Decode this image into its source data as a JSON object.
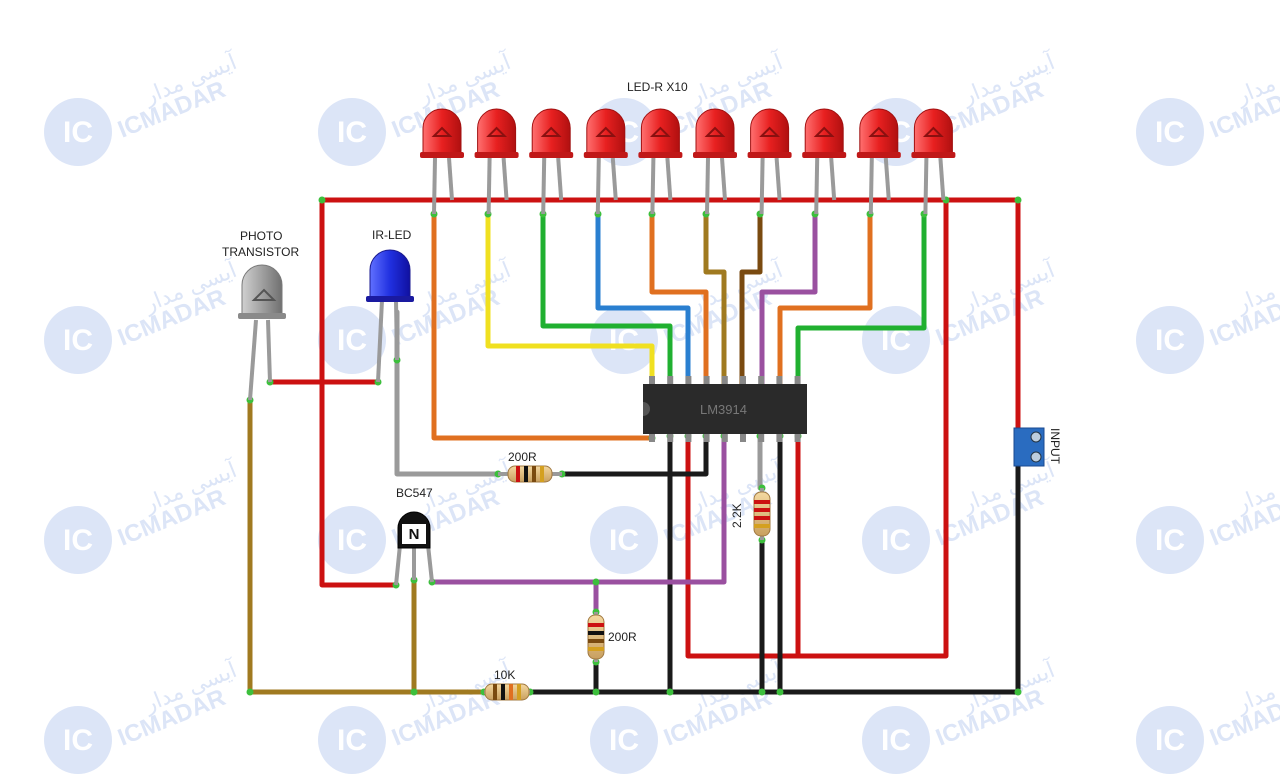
{
  "labels": {
    "led_array": "LED-R X10",
    "photo_line1": "PHOTO",
    "photo_line2": "TRANSISTOR",
    "ir_led": "IR-LED",
    "transistor": "BC547",
    "ic": "LM3914",
    "r_200_top": "200R",
    "r_22k": "2.2K",
    "r_200_mid": "200R",
    "r_10k": "10K",
    "input": "INPUT"
  },
  "watermark": {
    "brand": "ICMADAR",
    "persian": "آیسی مدار",
    "logo": "IC"
  },
  "colors": {
    "red_wire": "#cc1111",
    "black_wire": "#1a1a1a",
    "orange_wire": "#e07020",
    "yellow_wire": "#f0e020",
    "green_wire": "#20b030",
    "blue_wire": "#2a7fd0",
    "brown_wire": "#7a4a10",
    "olive_wire": "#a07a20",
    "purple_wire": "#9a50a0",
    "gray_wire": "#9a9a9a",
    "led_red": "#e82020",
    "ir_led_blue": "#2030e0",
    "ic_body": "#2a2a2a",
    "terminal_blue": "#2a6cc0"
  },
  "led_count": 10
}
